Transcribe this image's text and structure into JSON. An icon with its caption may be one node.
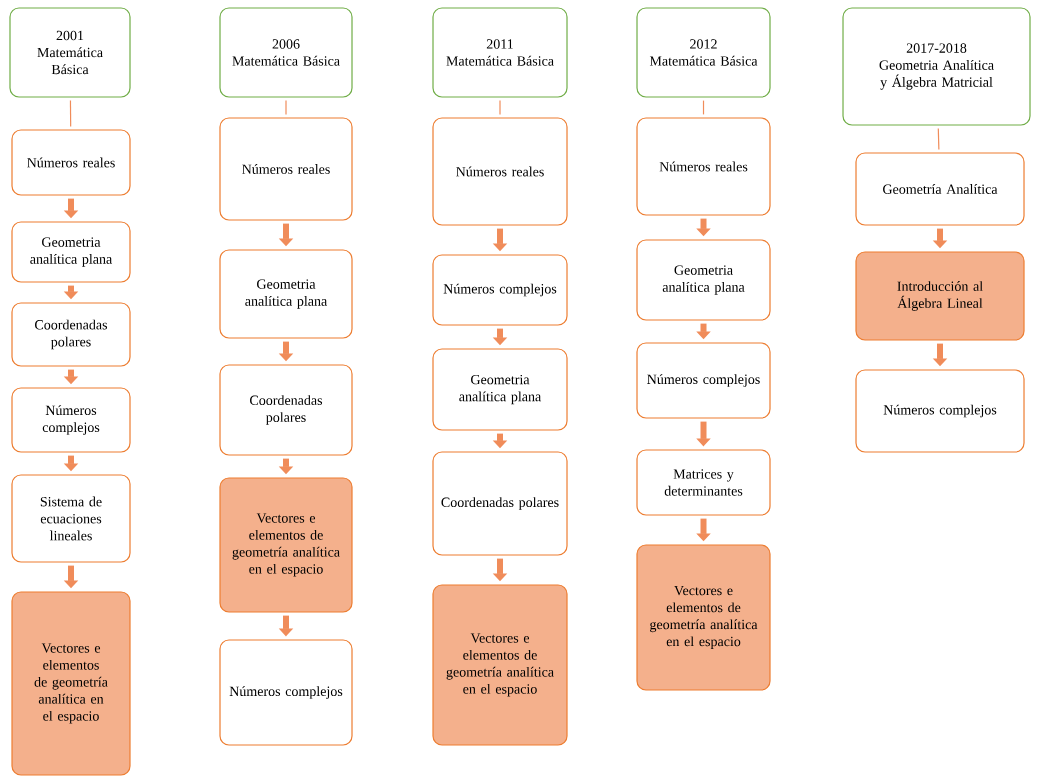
{
  "diagram": {
    "nodes": [
      {
        "text": [
          "2001",
          "Matemática Básica"
        ]
      },
      {
        "text": [
          "Números reales"
        ]
      },
      {
        "text": [
          "Geometria analítica plana"
        ]
      },
      {
        "text": [
          "Coordenadas polares"
        ]
      },
      {
        "text": [
          "Números complejos"
        ]
      },
      {
        "text": [
          "Sistema de ecuaciones lineales"
        ]
      },
      {
        "text": [
          "Vectores e elementos de geometría analítica en el espacio"
        ]
      },
      {
        "text": [
          "2006",
          "Matemática Básica"
        ]
      },
      {
        "text": [
          "Números reales"
        ]
      },
      {
        "text": [
          "Geometria analítica plana"
        ]
      },
      {
        "text": [
          "Coordenadas polares"
        ]
      },
      {
        "text": [
          "Vectores e elementos de geometría analítica en el espacio"
        ]
      },
      {
        "text": [
          "Números complejos"
        ]
      },
      {
        "text": [
          "2011",
          "Matemática Básica"
        ]
      },
      {
        "text": [
          "Números reales"
        ]
      },
      {
        "text": [
          "Números complejos"
        ]
      },
      {
        "text": [
          "Geometria analítica plana"
        ]
      },
      {
        "text": [
          "Coordenadas polares"
        ]
      },
      {
        "text": [
          "Vectores e elementos de geometría analítica en el espacio"
        ]
      },
      {
        "text": [
          "2012",
          "Matemática Básica"
        ]
      },
      {
        "text": [
          "Números reales"
        ]
      },
      {
        "text": [
          "Geometria analítica plana"
        ]
      },
      {
        "text": [
          "Números complejos"
        ]
      },
      {
        "text": [
          "Matrices y determinantes"
        ]
      },
      {
        "text": [
          "Vectores e elementos de geometría analítica en el espacio"
        ]
      },
      {
        "text": [
          "2017-2018",
          "Geometria Analítica y Álgebra Matricial"
        ]
      },
      {
        "text": [
          "Geometría Analítica"
        ]
      },
      {
        "text": [
          "Introducción al Álgebra Lineal"
        ]
      },
      {
        "text": [
          "Números complejos"
        ]
      }
    ],
    "edges": [
      {
        "from": 0,
        "to": 1,
        "arrow": "none"
      },
      {
        "from": 1,
        "to": 2,
        "arrow": "to"
      },
      {
        "from": 2,
        "to": 3,
        "arrow": "to"
      },
      {
        "from": 3,
        "to": 4,
        "arrow": "to"
      },
      {
        "from": 4,
        "to": 5,
        "arrow": "to"
      },
      {
        "from": 5,
        "to": 6,
        "arrow": "to"
      },
      {
        "from": 7,
        "to": 8,
        "arrow": "none"
      },
      {
        "from": 8,
        "to": 9,
        "arrow": "to"
      },
      {
        "from": 9,
        "to": 10,
        "arrow": "to"
      },
      {
        "from": 10,
        "to": 11,
        "arrow": "to"
      },
      {
        "from": 11,
        "to": 12,
        "arrow": "to"
      },
      {
        "from": 13,
        "to": 14,
        "arrow": "none"
      },
      {
        "from": 14,
        "to": 15,
        "arrow": "to"
      },
      {
        "from": 15,
        "to": 16,
        "arrow": "to"
      },
      {
        "from": 16,
        "to": 17,
        "arrow": "to"
      },
      {
        "from": 17,
        "to": 18,
        "arrow": "to"
      },
      {
        "from": 19,
        "to": 20,
        "arrow": "none"
      },
      {
        "from": 20,
        "to": 21,
        "arrow": "to"
      },
      {
        "from": 21,
        "to": 22,
        "arrow": "to"
      },
      {
        "from": 22,
        "to": 23,
        "arrow": "to"
      },
      {
        "from": 23,
        "to": 24,
        "arrow": "to"
      },
      {
        "from": 25,
        "to": 26,
        "arrow": "none"
      },
      {
        "from": 26,
        "to": 27,
        "arrow": "to"
      },
      {
        "from": 27,
        "to": 28,
        "arrow": "to"
      }
    ]
  }
}
